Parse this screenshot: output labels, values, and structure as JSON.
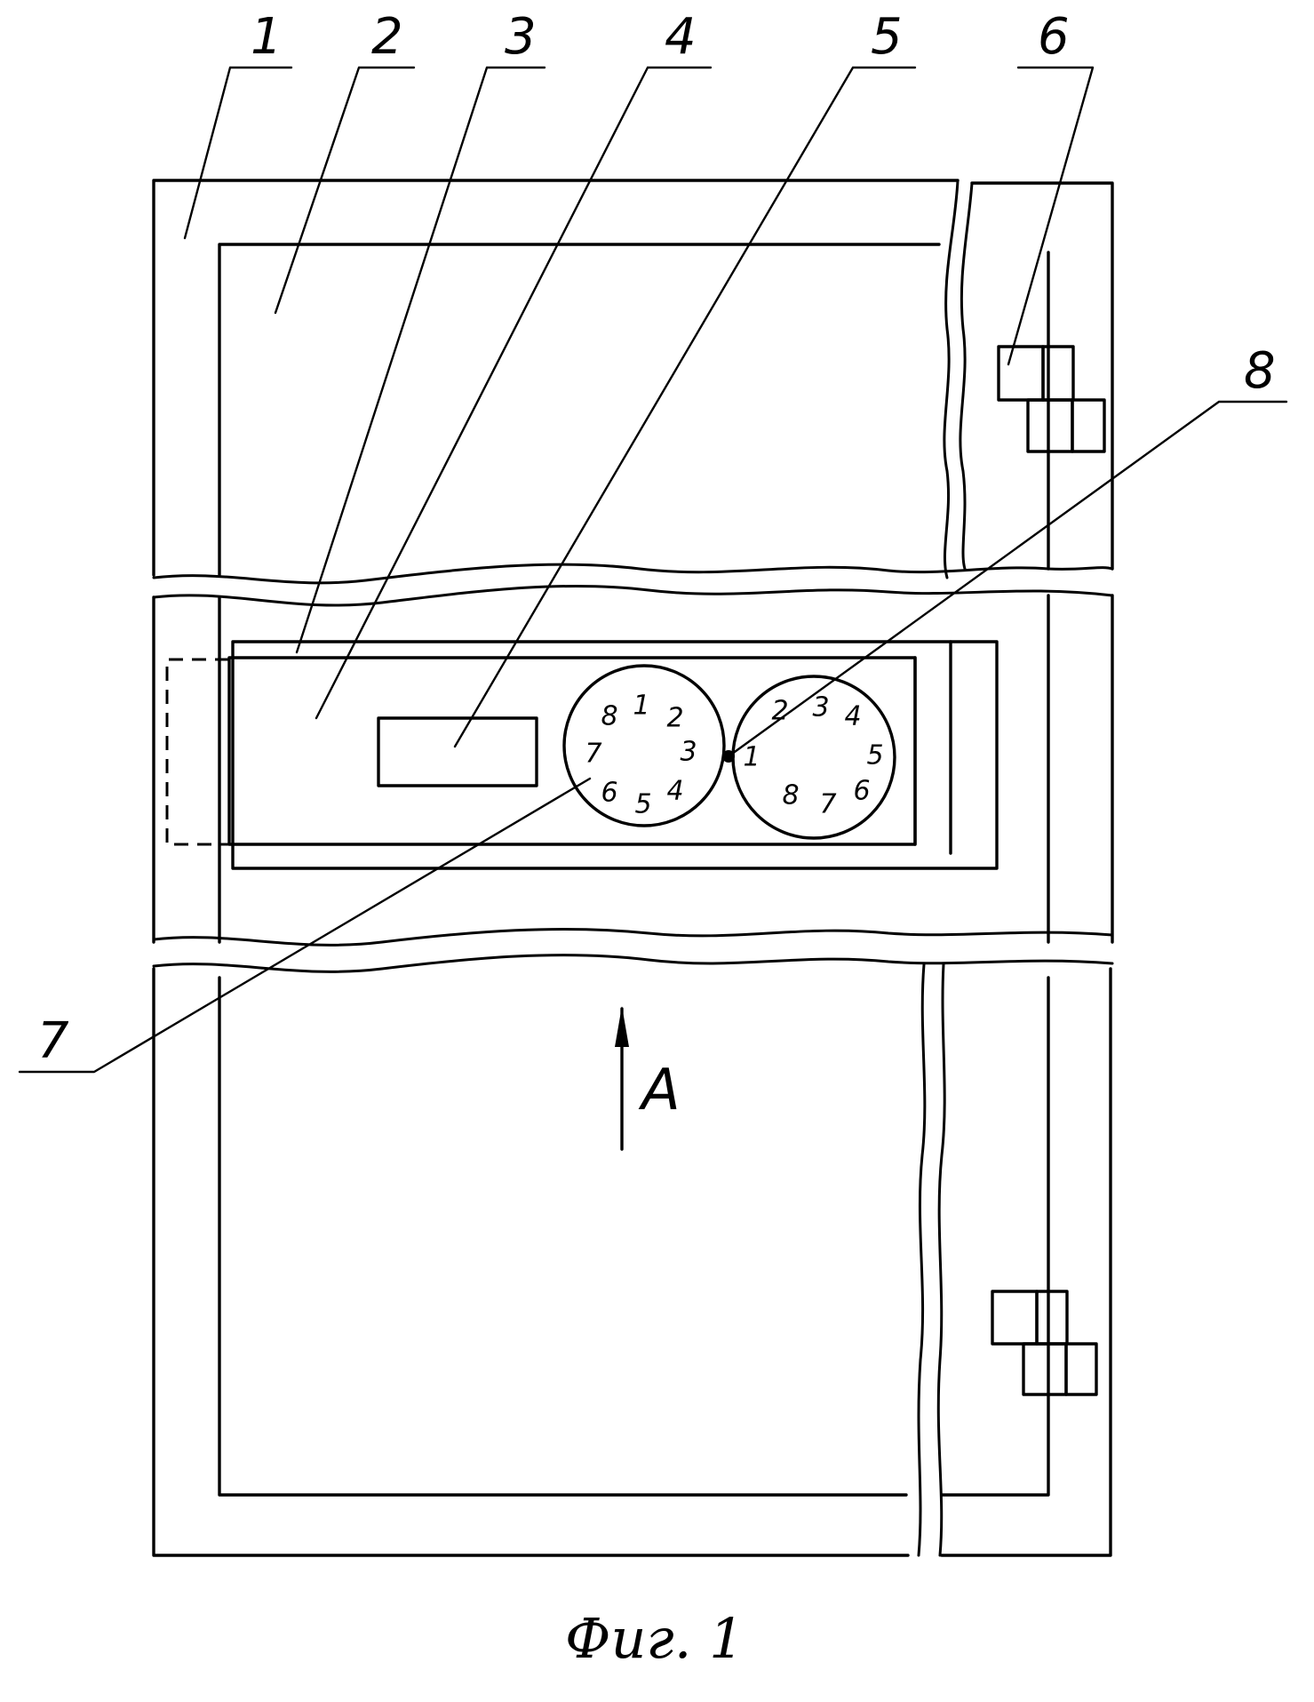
{
  "labels": [
    "1",
    "2",
    "3",
    "4",
    "5",
    "6",
    "7",
    "8"
  ],
  "direction_label": "A",
  "caption": "Фиг. 1",
  "dial_left": [
    "1",
    "2",
    "3",
    "4",
    "5",
    "6",
    "7",
    "8"
  ],
  "dial_right": [
    "1",
    "2",
    "3",
    "4",
    "5",
    "6",
    "7",
    "8"
  ]
}
